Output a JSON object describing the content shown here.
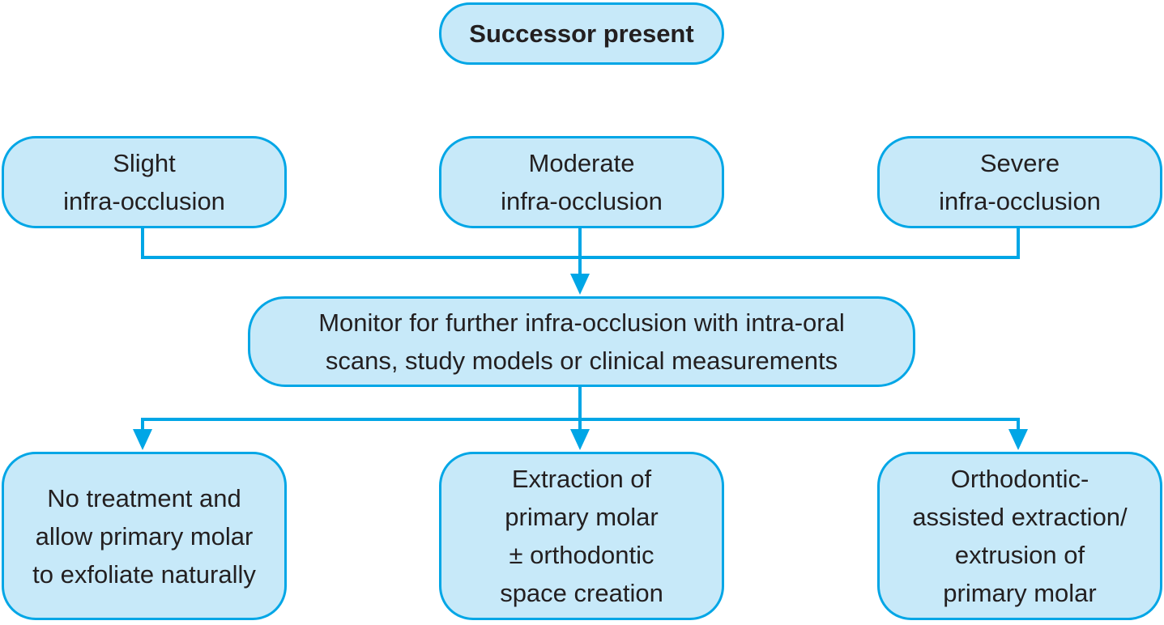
{
  "diagram": {
    "colors": {
      "box_fill": "#c7e9f9",
      "box_border": "#00a6e6",
      "connector": "#00a6e6",
      "text": "#231f20"
    },
    "root": {
      "label": "Successor present"
    },
    "severity": [
      {
        "label": "Slight\ninfra-occlusion"
      },
      {
        "label": "Moderate\ninfra-occlusion"
      },
      {
        "label": "Severe\ninfra-occlusion"
      }
    ],
    "monitor": {
      "label": "Monitor for further infra-occlusion with intra-oral\nscans, study models or clinical measurements"
    },
    "outcomes": [
      {
        "label": "No treatment and\nallow primary molar\nto exfoliate naturally"
      },
      {
        "label": "Extraction of\nprimary molar\n± orthodontic\nspace creation"
      },
      {
        "label": "Orthodontic-\nassisted extraction/\nextrusion of\nprimary molar"
      }
    ]
  }
}
